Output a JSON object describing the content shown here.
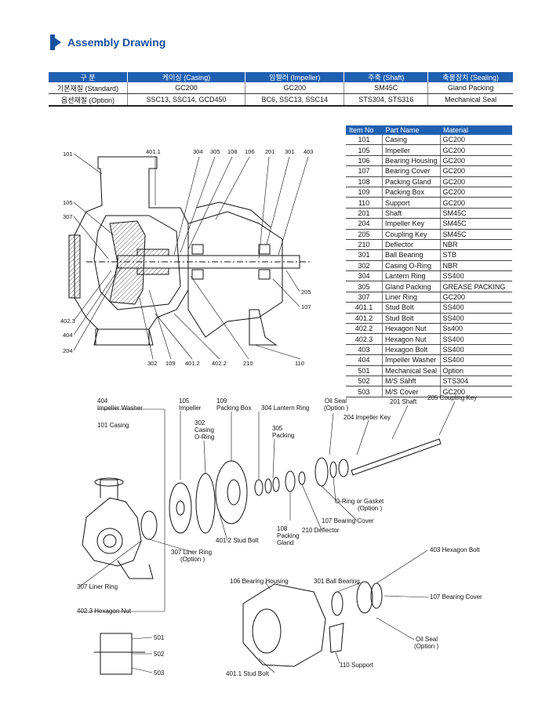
{
  "header": {
    "title": "Assembly Drawing"
  },
  "material_table": {
    "headers": [
      "구     분",
      "케이싱 (Casing)",
      "임펠러 (Impeller)",
      "주축 (Shaft)",
      "축봉장치 (Sealing)"
    ],
    "rows": [
      [
        "기본재질 (Standard)",
        "GC200",
        "GC200",
        "SM45C",
        "Gland Packing"
      ],
      [
        "옵션재질 (Option)",
        "SSC13,  SSC14,  GCD450",
        "BC6,  SSC13,  SSC14",
        "STS304,  STS316",
        "Mechanical Seal"
      ]
    ]
  },
  "parts_table": {
    "headers": [
      "Item No",
      "Part Name",
      "Material"
    ],
    "rows": [
      [
        "101",
        "Casing",
        "GC200"
      ],
      [
        "105",
        "Impeller",
        "GC200"
      ],
      [
        "106",
        "Bearing Housing",
        "GC200"
      ],
      [
        "107",
        "Bearing Cover",
        "GC200"
      ],
      [
        "108",
        "Packing Gland",
        "GC200"
      ],
      [
        "109",
        "Packing Box",
        "GC200"
      ],
      [
        "110",
        "Support",
        "GC200"
      ],
      [
        "201",
        "Shaft",
        "SM45C"
      ],
      [
        "204",
        "Impeller Key",
        "SM45C"
      ],
      [
        "205",
        "Coupling Key",
        "SM45C"
      ],
      [
        "210",
        "Deflector",
        "NBR"
      ],
      [
        "301",
        "Ball Bearing",
        "STB"
      ],
      [
        "302",
        "Casing O-Ring",
        "NBR"
      ],
      [
        "304",
        "Lantern Ring",
        "SS400"
      ],
      [
        "305",
        "Gland Packing",
        "GREASE PACKING"
      ],
      [
        "307",
        "Liner Ring",
        "GC200"
      ],
      [
        "401.1",
        "Stud Bolt",
        "SS400"
      ],
      [
        "401.2",
        "Stud Bolt",
        "SS400"
      ],
      [
        "402.2",
        "Hexagon Nut",
        "Ss400"
      ],
      [
        "402.3",
        "Hexagon Nut",
        "SS400"
      ],
      [
        "403",
        "Hexagon Bolt",
        "SS400"
      ],
      [
        "404",
        "Impeller Washer",
        "SS400"
      ],
      [
        "501",
        "Mechanical Seal",
        "Option"
      ],
      [
        "502",
        "M/S Sahft",
        "STS304"
      ],
      [
        "503",
        "M/S Cover",
        "GC200"
      ]
    ]
  },
  "section_labels": {
    "top": [
      "401.1",
      "304",
      "305",
      "108",
      "106",
      "201",
      "301",
      "403"
    ],
    "left": [
      "101",
      "105",
      "307",
      "402.3",
      "404",
      "204"
    ],
    "bottom": [
      "302",
      "109",
      "401.2",
      "402.2",
      "210",
      "110"
    ],
    "right": [
      "205",
      "107"
    ]
  },
  "exploded_labels": {
    "l404": "404",
    "l404b": "Impeller Washer",
    "l105": "105",
    "l105b": "Impeller",
    "l109": "109",
    "l109b": "Packing Box",
    "l304": "304 Lantern Ring",
    "l201": "201 Shaft",
    "l205": "205 Coupling Key",
    "loil": "Oil Seal",
    "loilb": "(Option )",
    "l204": "204 Impeller Key",
    "l101": "101 Casing",
    "l302": "302",
    "l302b": "Casing",
    "l302c": "O-Ring",
    "l305": "305",
    "l305b": "Packing",
    "loring": "O-Ring or Gasket",
    "loringb": "(Option )",
    "l107a": "107 Bearing Cover",
    "l108": "108",
    "l108b": "Packing",
    "l108c": "Gland",
    "l210": "210 Deflector",
    "l4012": "401.2 Stud Bolt",
    "l307a": "307 Liner Ring",
    "l307ab": "(Option )",
    "l403": "403 Hexagon Bolt",
    "l106": "106 Bearing Housing",
    "l301": "301 Ball Bearing",
    "l107b": "107 Bearing Cover",
    "l307b": "307 Liner Ring",
    "l4023": "402.3 Hexagon Nut",
    "loil2": "Oil Seal",
    "loil2b": "(Option )",
    "l501": "501",
    "l502": "502",
    "l503": "503",
    "l4011": "401.1  Stud Bolt",
    "l110": "110 Support"
  },
  "colors": {
    "accent": "#1f5fb0",
    "title": "#1a4fa0"
  }
}
